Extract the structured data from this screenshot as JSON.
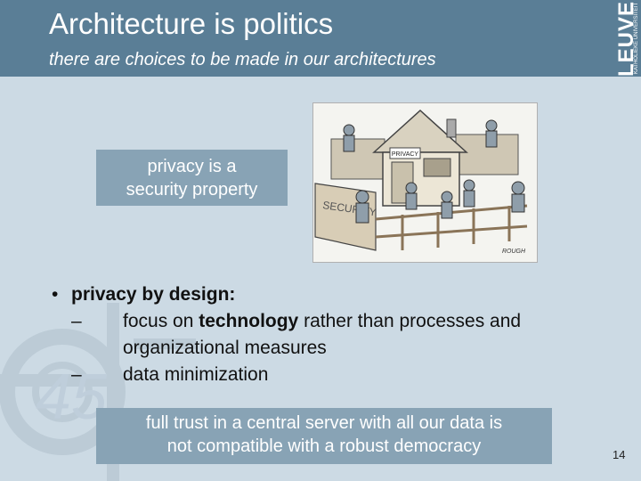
{
  "header": {
    "title": "Architecture is politics",
    "subtitle": "there are choices to be made in our architectures"
  },
  "logo": {
    "word": "LEUVEN",
    "small_text": "KATHOLIEKE UNIVERSITEIT"
  },
  "callouts": {
    "top": {
      "line1": "privacy is a",
      "line2": "security property"
    },
    "bottom": {
      "line1": "full trust in a central server with all our data is",
      "line2": "not compatible with a robust democracy"
    }
  },
  "cartoon": {
    "fence_sign": "SECURITY",
    "house_sign": "PRIVACY",
    "signature": "ROUGH"
  },
  "bullets": {
    "main_bullet": "•",
    "main_label": "privacy by design:",
    "sub_dash": "–",
    "sub1_pre": "focus on ",
    "sub1_bold": "technology",
    "sub1_post": " rather than processes and",
    "sub1_line2": "organizational measures",
    "sub2": "data minimization"
  },
  "page_number": "14",
  "colors": {
    "header": "#5a7e96",
    "background": "#ccdae4",
    "callout": "#88a3b5"
  }
}
